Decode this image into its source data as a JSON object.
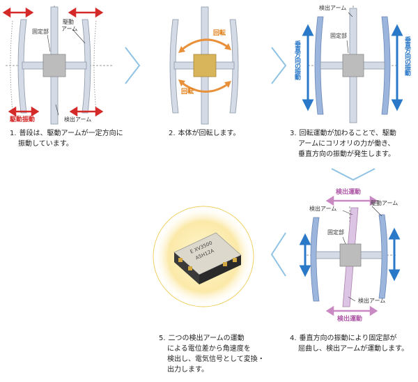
{
  "colors": {
    "arm_fill": "#d4dbe6",
    "arm_stroke": "#8a96a8",
    "arm_blue": "#9cb5dc",
    "arm_purple": "#dcc4e4",
    "center": "#bcbcbc",
    "center_gold": "#d8b45a",
    "red_arrow": "#d42a2a",
    "orange_arrow": "#e8903a",
    "blue_arrow": "#2a78c8",
    "purple_arrow": "#c98ac4",
    "chevron": "#8fc3e4"
  },
  "panel1": {
    "label_fixed": "固定部",
    "label_drive_arm_1": "駆動",
    "label_drive_arm_2": "アーム",
    "label_drive_vibration": "駆動振動",
    "label_detect_arm": "検出アーム",
    "caption_num": "1.",
    "caption_line1": "普段は、駆動アームが一定方向に",
    "caption_line2": "振動しています。"
  },
  "panel2": {
    "label_rotation_top": "回転",
    "label_rotation_bottom": "回転",
    "caption_num": "2.",
    "caption_line1": "本体が回転します。"
  },
  "panel3": {
    "label_detect_arm": "検出アーム",
    "label_fixed": "固定部",
    "label_vertical_left": "垂直方向の振動",
    "label_vertical_right": "垂直方向の振動",
    "caption_num": "3.",
    "caption_line1": "回転運動が加わることで、駆動",
    "caption_line2": "アームにコリオリの力が働き、",
    "caption_line3": "垂直方向の振動が発生します。"
  },
  "panel4": {
    "label_detect_motion_top": "検出運動",
    "label_detect_arm_top": "検出アーム",
    "label_drive_arm": "駆動アーム",
    "label_fixed": "固定部",
    "label_detect_arm_bottom": "検出アーム",
    "label_detect_motion_bottom": "検出運動",
    "caption_num": "4.",
    "caption_line1": "垂直方向の振動により固定部が",
    "caption_line2": "屈曲し、検出アームが運動します。"
  },
  "panel5": {
    "chip_line1": "E  XV3500",
    "chip_line2": "A5H12A",
    "caption_num": "5.",
    "caption_line1": "二つの検出アームの運動",
    "caption_line2": "による電位差から角速度を",
    "caption_line3": "検出し、電気信号として変換・",
    "caption_line4": "出力します。"
  }
}
